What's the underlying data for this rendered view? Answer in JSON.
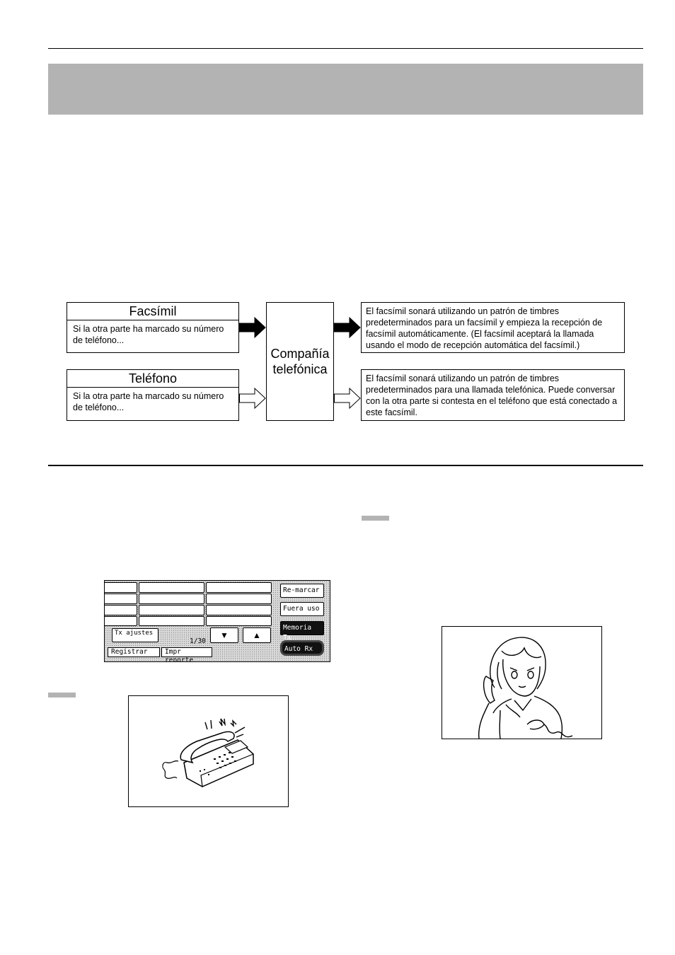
{
  "diagram": {
    "fax_box": {
      "title": "Facsímil",
      "body": "Si la otra parte ha marcado su número de teléfono..."
    },
    "phone_box": {
      "title": "Teléfono",
      "body": "Si la otra parte ha marcado su número de teléfono..."
    },
    "company": {
      "line1": "Compañía",
      "line2": "telefónica"
    },
    "fax_result": "El facsímil sonará utilizando un patrón de timbres predeterminados para un facsímil y empieza la recepción de facsímil automáticamente. (El facsímil aceptará la llamada usando el modo de recepción automática del facsímil.)",
    "phone_result": "El facsímil sonará utilizando un patrón de timbres predeterminados para una llamada telefónica. Puede conversar con la otra parte si contesta en el teléfono que está conectado a este facsímil."
  },
  "panel": {
    "tx_settings": "Tx ajustes",
    "page_count": "1/30",
    "down_arrow": "▼",
    "up_arrow": "▲",
    "register_tab": "Registrar",
    "print_report_tab": "Impr reporte",
    "redial": "Re-marcar",
    "out_of_use": "Fuera uso",
    "memory_tx": "Memoria Tx",
    "auto_rx": "Auto Rx"
  },
  "colors": {
    "banner_gray": "#b3b3b3",
    "dark_button": "#111111"
  }
}
